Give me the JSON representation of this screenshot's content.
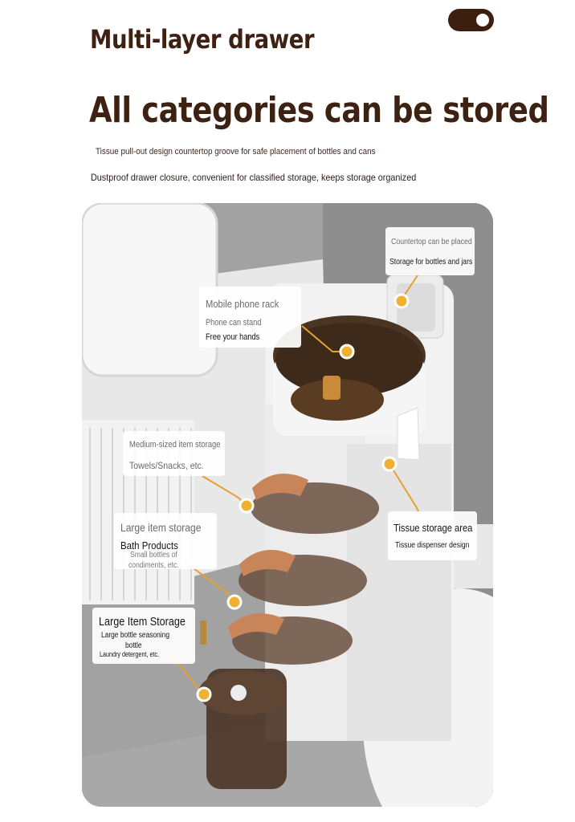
{
  "header": {
    "title": "Multi-layer drawer",
    "headline": "All categories can be stored",
    "subline_1": "Tissue pull-out design countertop groove for safe placement of bottles and cans",
    "subline_2": "Dustproof drawer closure, convenient for classified storage, keeps storage organized"
  },
  "colors": {
    "brand_brown": "#3d2214",
    "callout_line": "#e6a030",
    "callout_dot": "#f0b030"
  },
  "callouts": {
    "countertop": {
      "line1": "Countertop can be placed",
      "line2": "Storage for bottles and jars"
    },
    "phone_rack": {
      "title": "Mobile phone rack",
      "line1": "Phone can stand",
      "line2": "Free your hands"
    },
    "medium_storage": {
      "title": "Medium-sized item storage",
      "line1": "Towels/Snacks, etc."
    },
    "large_storage": {
      "title": "Large item storage",
      "line1": "Bath Products",
      "line2": "Small bottles of",
      "line3": "condiments, etc."
    },
    "tissue_area": {
      "title": "Tissue storage area",
      "line1": "Tissue dispenser design"
    },
    "large_item_storage": {
      "title": "Large Item Storage",
      "line1": "Large bottle seasoning",
      "line2": "bottle",
      "line3": "Laundry detergent, etc."
    }
  }
}
